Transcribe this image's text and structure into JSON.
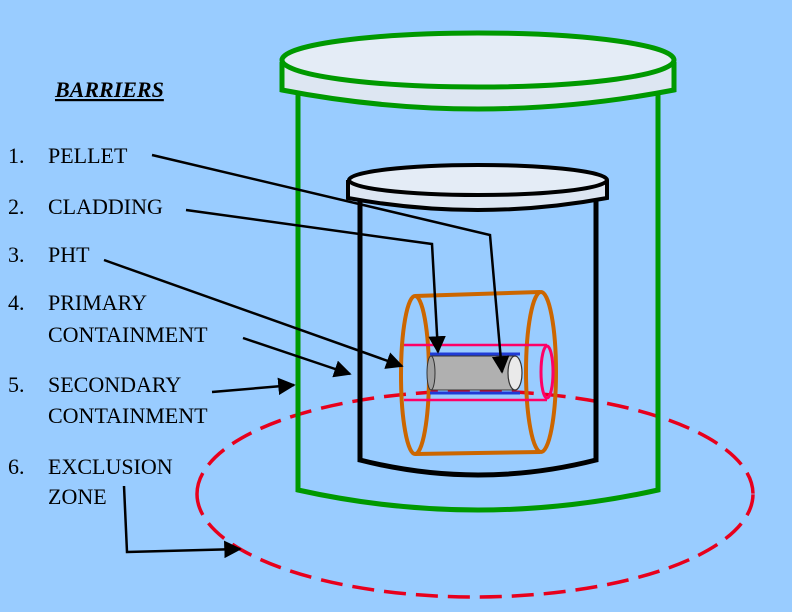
{
  "title": "BARRIERS",
  "items": [
    {
      "num": "1.",
      "line1": "PELLET",
      "line2": ""
    },
    {
      "num": "2.",
      "line1": "CLADDING",
      "line2": ""
    },
    {
      "num": "3.",
      "line1": "PHT",
      "line2": ""
    },
    {
      "num": "4.",
      "line1": "PRIMARY",
      "line2": "CONTAINMENT"
    },
    {
      "num": "5.",
      "line1": "SECONDARY",
      "line2": "CONTAINMENT"
    },
    {
      "num": "6.",
      "line1": "EXCLUSION",
      "line2": "ZONE"
    }
  ],
  "colors": {
    "background": "#99ccff",
    "secondary_containment": "#009900",
    "primary_containment": "#000000",
    "pht": "#cc6600",
    "cladding": "#ff0066",
    "pellet": "#b0b0b0",
    "exclusion_zone": "#e8001c",
    "lid_fill": "#dde6f2"
  }
}
